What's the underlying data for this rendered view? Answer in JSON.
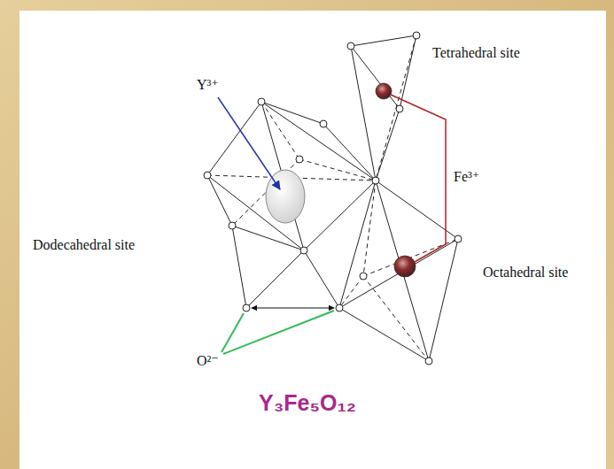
{
  "diagram": {
    "caption": "Y₃Fe₅O₁₂",
    "labels": [
      "Y³⁺",
      "Tetrahedral site",
      "Fe³⁺",
      "Dodecahedral site",
      "Octahedral site",
      "O²⁻"
    ]
  }
}
